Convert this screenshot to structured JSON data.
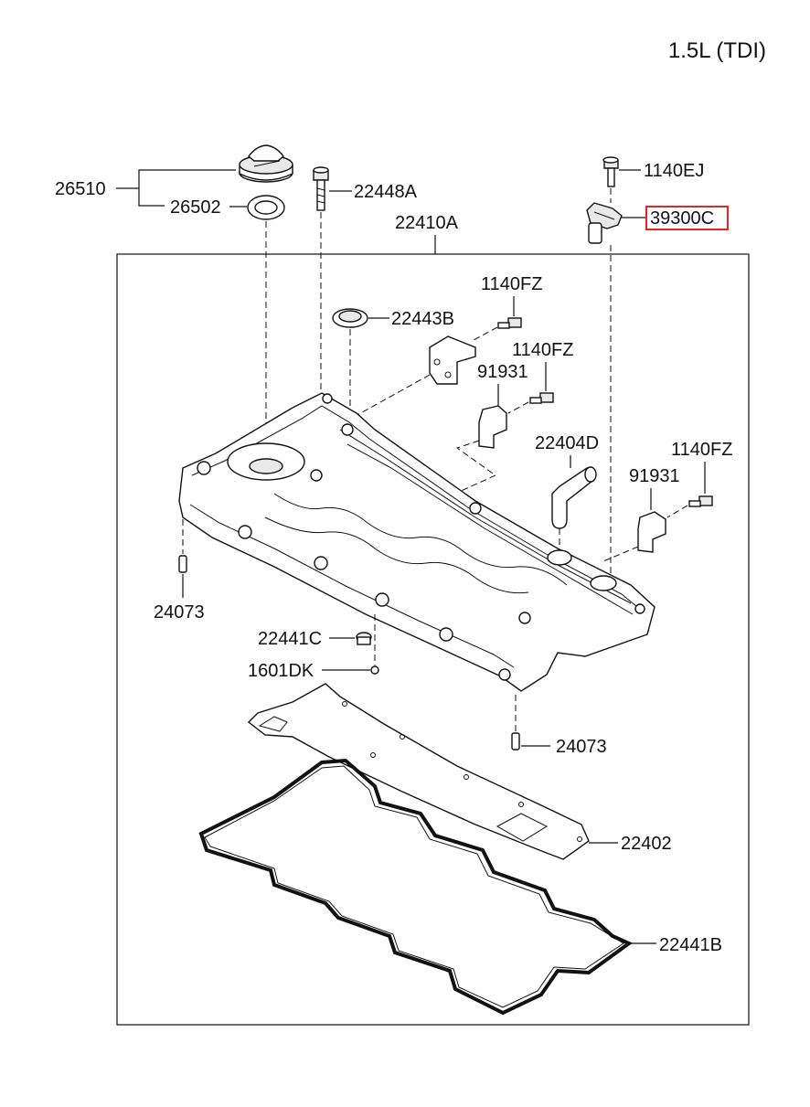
{
  "header": {
    "engine_variant": "1.5L (TDI)"
  },
  "labels": {
    "oil_filler_cap_assy": "26510",
    "filler_cap_gasket": "26502",
    "cover_bolt": "22448A",
    "rocker_cover_assy": "22410A",
    "bolt_top_right": "1140EJ",
    "camshaft_position_sensor": "39300C",
    "bracket_bolt_1": "1140FZ",
    "oil_seal": "22443B",
    "bracket_bolt_2": "1140FZ",
    "bracket_1": "91931",
    "breather_hose": "22404D",
    "bracket_bolt_3": "1140FZ",
    "bracket_2": "91931",
    "dowel_pin_left": "24073",
    "washer_grommet": "22441C",
    "plug": "1601DK",
    "dowel_pin_bottom": "24073",
    "cover_gasket": "22402",
    "main_gasket": "22441B"
  },
  "highlight": {
    "part": "39300C",
    "color": "#e0262b"
  },
  "colors": {
    "line": "#111111",
    "background": "#ffffff"
  }
}
